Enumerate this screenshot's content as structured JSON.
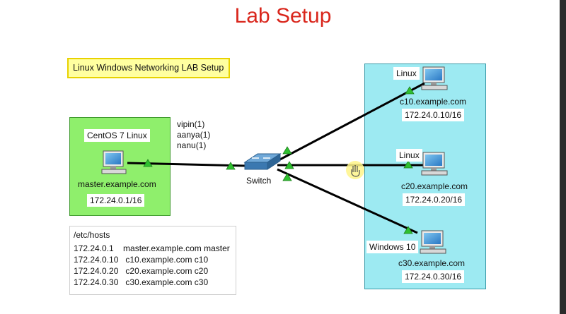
{
  "title": "Lab Setup",
  "note": "Linux Windows Networking LAB Setup",
  "master": {
    "os_label": "CentOS 7 Linux",
    "hostname": "master.example.com",
    "ip": "172.24.0.1/16"
  },
  "users": [
    "vipin(1)",
    "aanya(1)",
    "nanu(1)"
  ],
  "switch_label": "Switch",
  "clients": [
    {
      "os": "Linux",
      "hostname": "c10.example.com",
      "ip": "172.24.0.10/16"
    },
    {
      "os": "Linux",
      "hostname": "c20.example.com",
      "ip": "172.24.0.20/16"
    },
    {
      "os": "Windows 10",
      "hostname": "c30.example.com",
      "ip": "172.24.0.30/16"
    }
  ],
  "hosts": {
    "title": "/etc/hosts",
    "lines": [
      "172.24.0.1    master.example.com master",
      "172.24.0.10   c10.example.com c10",
      "172.24.0.20   c20.example.com c20",
      "172.24.0.30   c30.example.com c30"
    ]
  },
  "colors": {
    "title": "#d9261c",
    "lan_box": "#8fef6c",
    "client_box": "#9deaf2",
    "note_bg": "#ffffa0",
    "link_ok": "#2fbf2f"
  }
}
